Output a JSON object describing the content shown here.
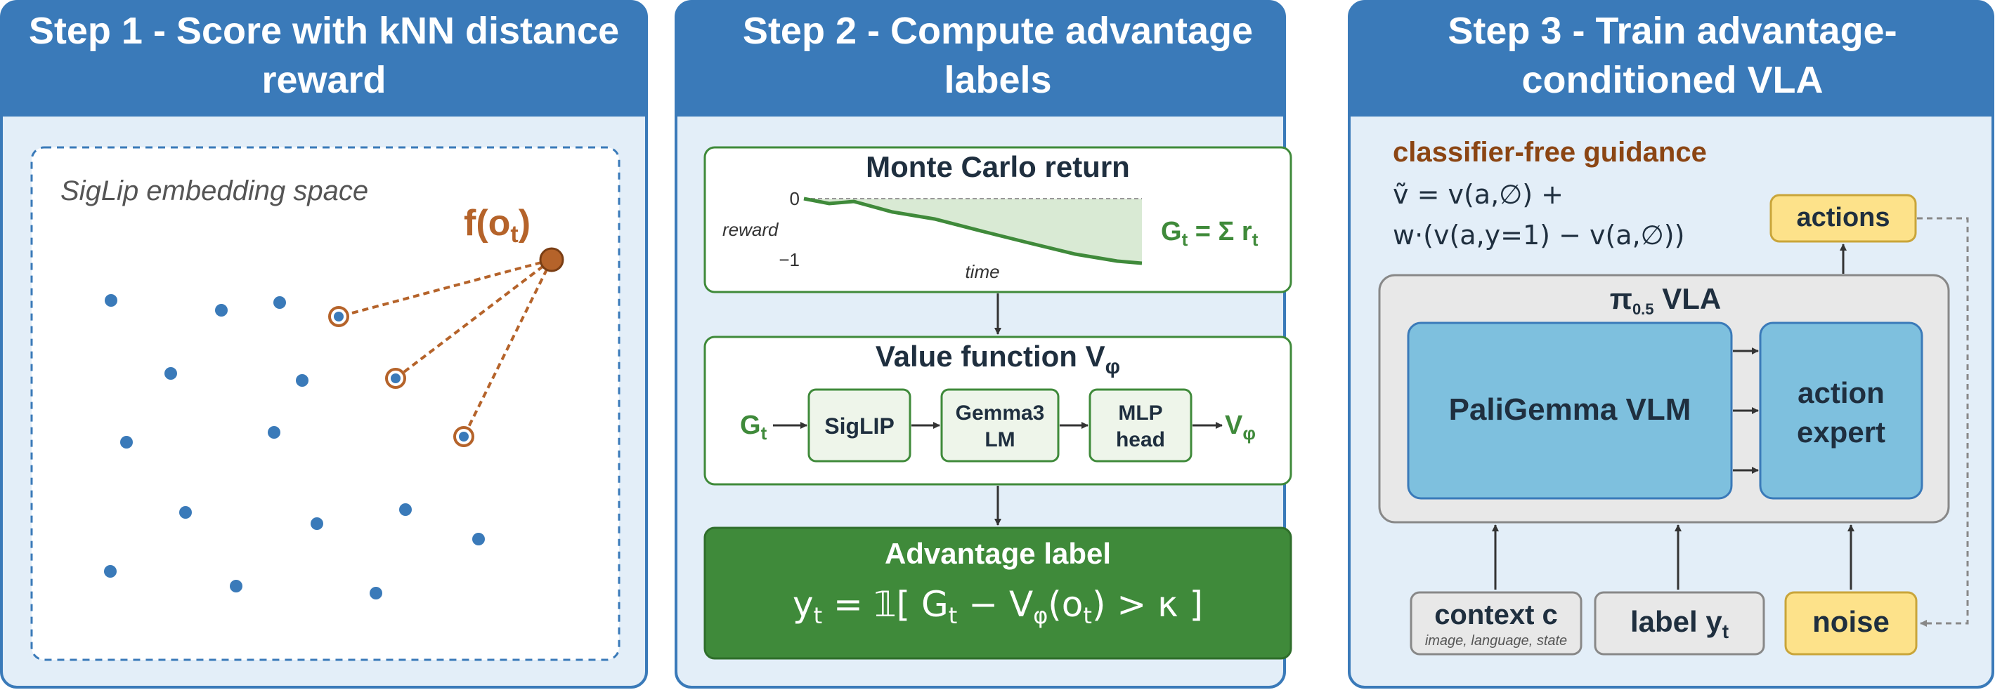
{
  "colors": {
    "panel_header": "#3a7ab9",
    "panel_body": "#e3eef8",
    "point": "#3a7ab9",
    "query": "#b5632a",
    "green_dark": "#3f8a3a",
    "green_light": "#eef5ea",
    "vlm_blue": "#7ec0de",
    "yellow": "#fde28a",
    "grey_box": "#e8e8e8",
    "brown_text": "#8b4513"
  },
  "panel1": {
    "title_line1": "Step 1 - Score with kNN distance",
    "title_line2": "reward",
    "space_label": "SigLip embedding space",
    "query_label_base": "f(o",
    "query_label_sub": "t",
    "query_label_close": ")"
  },
  "panel2": {
    "title_line1": "Step 2 - Compute advantage",
    "title_line2": "labels",
    "mc_title": "Monte Carlo return",
    "mc_ytick_top": "0",
    "mc_ytick_bottom": "−1",
    "mc_ylabel": "reward",
    "mc_xlabel": "time",
    "mc_formula_base": "G",
    "mc_formula_sub": "t",
    "mc_formula_mid": " = Σ r",
    "mc_formula_sub2": "t",
    "vf_title_base": "Value function V",
    "vf_title_sub": "φ",
    "vf_input_base": "G",
    "vf_input_sub": "t",
    "vf_block1": "SigLIP",
    "vf_block2_line1": "Gemma3",
    "vf_block2_line2": "LM",
    "vf_block3_line1": "MLP",
    "vf_block3_line2": "head",
    "vf_output_base": "V",
    "vf_output_sub": "φ",
    "adv_title": "Advantage label",
    "adv_formula_y": "y",
    "adv_formula_ysub": "t",
    "adv_formula_mid1": " = 𝟙[ G",
    "adv_formula_gsub": "t",
    "adv_formula_mid2": " − V",
    "adv_formula_vsub": "φ",
    "adv_formula_end": "(o",
    "adv_formula_osub": "t",
    "adv_formula_tail": ") > κ ]"
  },
  "panel3": {
    "title_line1": "Step 3 - Train advantage-",
    "title_line2": "conditioned VLA",
    "cfg_title": "classifier-free guidance",
    "cfg_line1": "ṽ = v(a,∅) +",
    "cfg_line2": "w·(v(a,y=1) − v(a,∅))",
    "actions": "actions",
    "vla_base": "π",
    "vla_sub": "0.5",
    "vla_rest": " VLA",
    "vlm": "PaliGemma VLM",
    "expert_line1": "action",
    "expert_line2": "expert",
    "context_title": "context c",
    "context_sub": "image, language, state",
    "label_base": "label y",
    "label_sub": "t",
    "noise": "noise"
  }
}
